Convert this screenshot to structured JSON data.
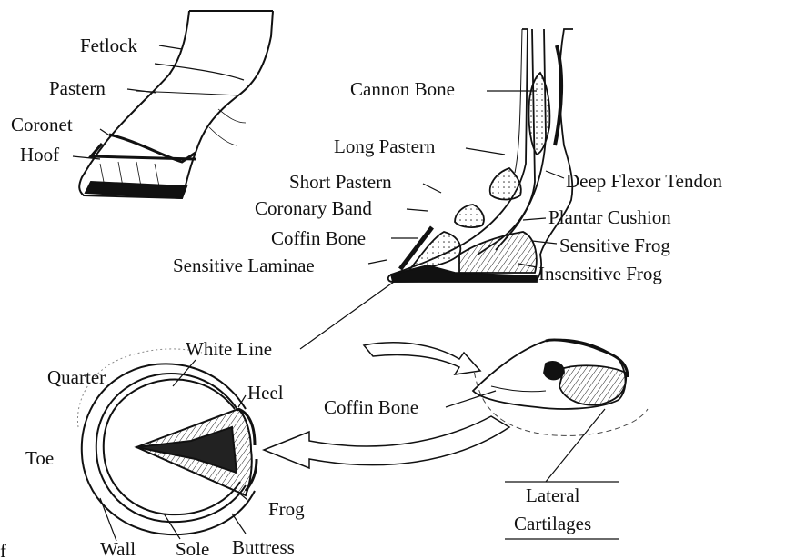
{
  "labels": {
    "fetlock": "Fetlock",
    "pastern": "Pastern",
    "coronet": "Coronet",
    "hoof": "Hoof",
    "cannon_bone": "Cannon Bone",
    "long_pastern": "Long Pastern",
    "short_pastern": "Short Pastern",
    "deep_flexor_tendon": "Deep Flexor Tendon",
    "coronary_band": "Coronary Band",
    "plantar_cushion": "Plantar Cushion",
    "coffin_bone_section": "Coffin Bone",
    "sensitive_frog": "Sensitive Frog",
    "sensitive_laminae": "Sensitive Laminae",
    "insensitive_frog": "Insensitive Frog",
    "white_line": "White Line",
    "quarter": "Quarter",
    "heel": "Heel",
    "coffin_bone_3d": "Coffin Bone",
    "toe": "Toe",
    "frog": "Frog",
    "lateral_line1": "Lateral",
    "lateral_line2": "Cartilages",
    "wall": "Wall",
    "sole": "Sole",
    "buttress": "Buttress",
    "corner_fragment": "f"
  },
  "colors": {
    "ink": "#111111",
    "background": "#ffffff"
  }
}
